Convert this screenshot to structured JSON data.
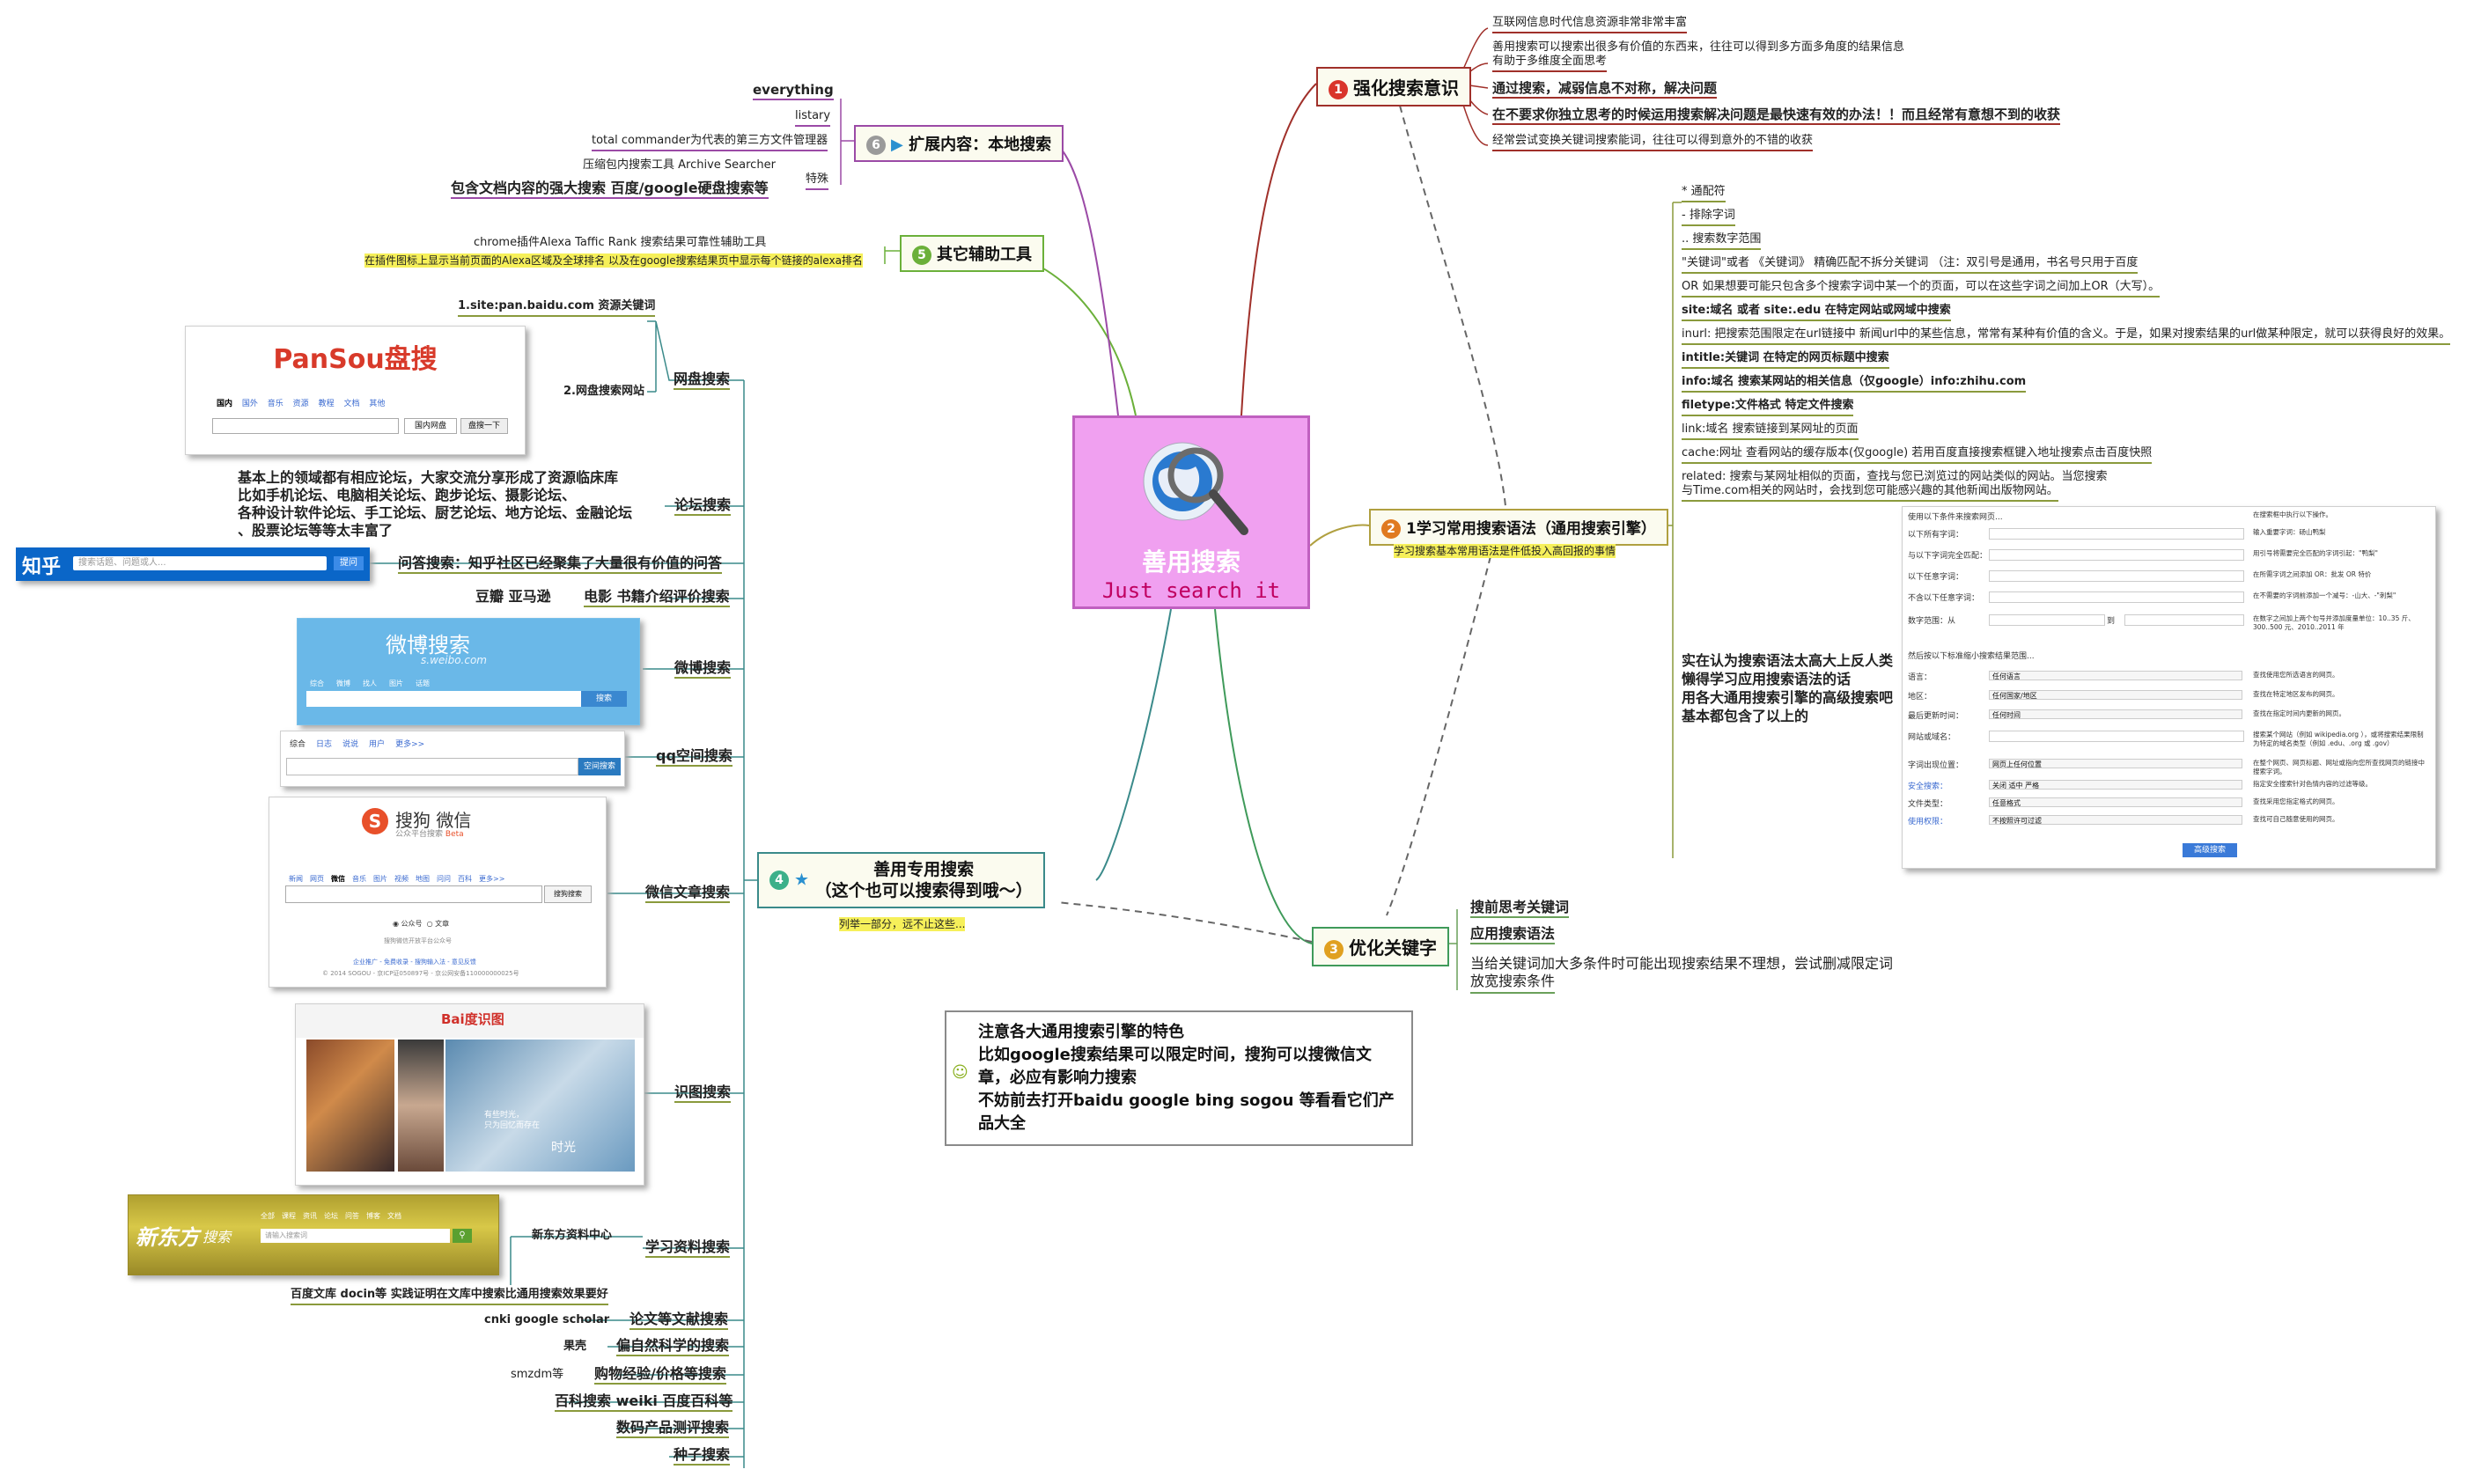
{
  "central": {
    "title": "善用搜索",
    "subtitle": "Just search it"
  },
  "topic1": {
    "num": "1",
    "label": "强化搜索意识",
    "items": [
      "互联网信息时代信息资源非常非常丰富",
      "善用搜索可以搜索出很多有价值的东西来，往往可以得到多方面多角度的结果信息",
      "有助于多维度全面思考",
      "通过搜索，减弱信息不对称，解决问题",
      "在不要求你独立思考的时候运用搜索解决问题是最快速有效的办法！！而且经常有意想不到的收获",
      "经常尝试变换关键词搜索能词，往往可以得到意外的不错的收获"
    ]
  },
  "topic2": {
    "num": "2",
    "label": "1学习常用搜索语法（通用搜索引擎）",
    "note": "学习搜索基本常用语法是件低投入高回报的事情",
    "items": [
      "* 通配符",
      "- 排除字词",
      ".. 搜索数字范围",
      "\"关键词\"或者 《关键词》 精确匹配不拆分关键词 （注：双引号是通用，书名号只用于百度",
      "OR  如果想要可能只包含多个搜索字词中某一个的页面，可以在这些字词之间加上OR（大写）。",
      "site:域名  或者 site:.edu 在特定网站或网域中搜索",
      "inurl: 把搜索范围限定在url链接中 新闻url中的某些信息，常常有某种有价值的含义。于是，如果对搜索结果的url做某种限定，就可以获得良好的效果。",
      "intitle:关键词  在特定的网页标题中搜索",
      "info:域名 搜索某网站的相关信息（仅google）info:zhihu.com",
      "filetype:文件格式  特定文件搜索",
      "link:域名  搜索链接到某网址的页面",
      "cache:网址  查看网站的缓存版本(仅google)  若用百度直接搜索框键入地址搜索点击百度快照",
      "related: 搜索与某网址相似的页面，查找与您已浏览过的网站类似的网站。当您搜索",
      "与Time.com相关的网站时，会找到您可能感兴趣的其他新闻出版物网站。"
    ],
    "advanced_note": [
      "实在认为搜索语法太高大上反人类",
      "懒得学习应用搜索语法的话",
      "用各大通用搜索引擎的高级搜索吧",
      "基本都包含了以上的"
    ],
    "advanced_form": {
      "rows": [
        {
          "label": "使用以下条件来搜索网页...",
          "hint": "在搜索框中执行以下操作。"
        },
        {
          "label": "以下所有字词：",
          "hint": "输入重要字词：砀山鸭梨"
        },
        {
          "label": "与以下字词完全匹配：",
          "hint": "用引号将需要完全匹配的字词引起：\"鸭梨\""
        },
        {
          "label": "以下任意字词：",
          "hint": "在所需字词之间添加 OR：批发 OR 特价"
        },
        {
          "label": "不含以下任意字词：",
          "hint": "在不需要的字词前添加一个减号：-山大、-\"刺梨\""
        },
        {
          "label": "数字范围：从",
          "hint": "在数字之间加上两个句号并添加度量单位：10..35 斤、300..500 元、2010..2011 年"
        },
        {
          "label": "然后按以下标准缩小搜索结果范围...",
          "hint": ""
        },
        {
          "label": "语言：",
          "value": "任何语言",
          "hint": "查找使用您所选语言的网页。"
        },
        {
          "label": "地区：",
          "value": "任何国家/地区",
          "hint": "查找在特定地区发布的网页。"
        },
        {
          "label": "最后更新时间：",
          "value": "任何时间",
          "hint": "查找在指定时间内更新的网页。"
        },
        {
          "label": "网站或域名：",
          "value": "",
          "hint": "搜索某个网站（例如 wikipedia.org ），或将搜索结果限制为特定的域名类型（例如 .edu、.org 或 .gov）"
        },
        {
          "label": "字词出现位置：",
          "value": "网页上任何位置",
          "hint": "在整个网页、网页标题、网址或指向您所查找网页的链接中搜索字词。"
        },
        {
          "label": "安全搜索：",
          "value": "关闭  适中  严格",
          "hint": "指定安全搜索针对色情内容的过滤等级。"
        },
        {
          "label": "文件类型：",
          "value": "任意格式",
          "hint": "查找采用您指定格式的网页。"
        },
        {
          "label": "使用权限：",
          "value": "不按照许可过滤",
          "hint": "查找可自己随意使用的网页。"
        }
      ],
      "button": "高级搜索",
      "to": "到"
    }
  },
  "topic3": {
    "num": "3",
    "label": "优化关键字",
    "items": [
      "搜前思考关键词",
      "应用搜索语法",
      "当给关键词加大多条件时可能出现搜索结果不理想，尝试删减限定词",
      "放宽搜索条件"
    ]
  },
  "topic4": {
    "num": "4",
    "label_line1": "善用专用搜索",
    "label_line2": "（这个也可以搜索得到哦～）",
    "note": "列举一部分，远不止这些...",
    "branches": [
      {
        "label": "网盘搜索",
        "children": [
          "1.site:pan.baidu.com 资源关键词",
          "2.网盘搜索网站"
        ]
      },
      {
        "label": "论坛搜索",
        "children": [
          "基本上的领域都有相应论坛，大家交流分享形成了资源临床库",
          "比如手机论坛、电脑相关论坛、跑步论坛、摄影论坛、",
          "各种设计软件论坛、手工论坛、厨艺论坛、地方论坛、金融论坛",
          "、股票论坛等等太丰富了"
        ]
      },
      {
        "label": "问答搜索：知乎社区已经聚集了大量很有价值的问答"
      },
      {
        "label": "电影 书籍介绍评价搜索",
        "children": [
          "豆瓣 亚马逊"
        ]
      },
      {
        "label": "微博搜索"
      },
      {
        "label": "qq空间搜索"
      },
      {
        "label": "微信文章搜索"
      },
      {
        "label": "识图搜索"
      },
      {
        "label": "学习资料搜索",
        "children": [
          "新东方资料中心",
          "百度文库 docin等 实践证明在文库中搜索比通用搜索效果要好"
        ]
      },
      {
        "label": "论文等文献搜索",
        "children": [
          "cnki google scholar"
        ]
      },
      {
        "label": "偏自然科学的搜索",
        "children": [
          "果壳"
        ]
      },
      {
        "label": "购物经验/价格等搜索",
        "children": [
          "smzdm等"
        ]
      },
      {
        "label": "百科搜索 weiki 百度百科等"
      },
      {
        "label": "数码产品测评搜索"
      },
      {
        "label": "种子搜索"
      }
    ]
  },
  "topic5": {
    "num": "5",
    "label": "其它辅助工具",
    "items": [
      "chrome插件Alexa Taffic Rank   搜索结果可靠性辅助工具",
      "在插件图标上显示当前页面的Alexa区域及全球排名    以及在google搜索结果页中显示每个链接的alexa排名"
    ]
  },
  "topic6": {
    "num": "6",
    "label": "扩展内容：本地搜索",
    "items": [
      "everything",
      "listary",
      "total commander为代表的第三方文件管理器",
      "压缩包内搜索工具 Archive Searcher",
      "特殊",
      "包含文档内容的强大搜索 百度/google硬盘搜索等"
    ]
  },
  "note_box": {
    "lines": [
      "注意各大通用搜索引擎的特色",
      "比如google搜索结果可以限定时间，搜狗可以搜微信文",
      "章，必应有影响力搜索",
      "不妨前去打开baidu google bing sogou 等看看它们产",
      "品大全"
    ]
  },
  "screenshots": {
    "pansou": {
      "logo": "PanSou盘搜",
      "tabs": [
        "国内",
        "国外",
        "音乐",
        "资源",
        "教程",
        "文档",
        "其他"
      ],
      "select": "国内网盘",
      "button": "盘搜一下"
    },
    "zhihu": {
      "logo": "知乎",
      "placeholder": "搜索话题、问题或人...",
      "button": "提问"
    },
    "weibo": {
      "logo": "微博搜索",
      "url": "s.weibo.com",
      "tabs": [
        "综合",
        "微博",
        "找人",
        "图片",
        "话题"
      ],
      "button": "搜索"
    },
    "qzone": {
      "tabs": [
        "综合",
        "日志",
        "说说",
        "用户",
        "更多>>"
      ],
      "button": "空间搜索"
    },
    "sogou": {
      "logo": "搜狗 微信",
      "sub": "公众平台搜索",
      "beta": "Beta",
      "tabs": [
        "新闻",
        "网页",
        "微信",
        "音乐",
        "图片",
        "视频",
        "地图",
        "问问",
        "百科",
        "更多>>"
      ],
      "button": "搜狗搜索",
      "radios": [
        "公众号",
        "文章"
      ],
      "footer1": "搜狗微信开放平台公众号",
      "footer2": "企业推广 - 免费收录 - 搜狗输入法 - 意见反馈",
      "footer3": "© 2014 SOGOU - 京ICP证050897号 - 京公网安备110000000025号"
    },
    "baidu_shitu": {
      "logo": "Bai度识图",
      "quote1": "有些时光，",
      "quote2": "只为回忆而存在",
      "quote3": "时光"
    },
    "xdf": {
      "logo": "新东方",
      "sub": "搜索",
      "placeholder": "请输入搜索词",
      "tabs": [
        "全部",
        "课程",
        "资讯",
        "论坛",
        "问答",
        "博客",
        "文档"
      ]
    }
  },
  "colors": {
    "center_fill": "#f0a0f0",
    "topic1": "#d9342b",
    "topic2": "#e07a20",
    "topic3": "#e0a020",
    "topic4": "#3cb08a",
    "topic5": "#6bb03a",
    "topic6": "#9a9a9a"
  }
}
